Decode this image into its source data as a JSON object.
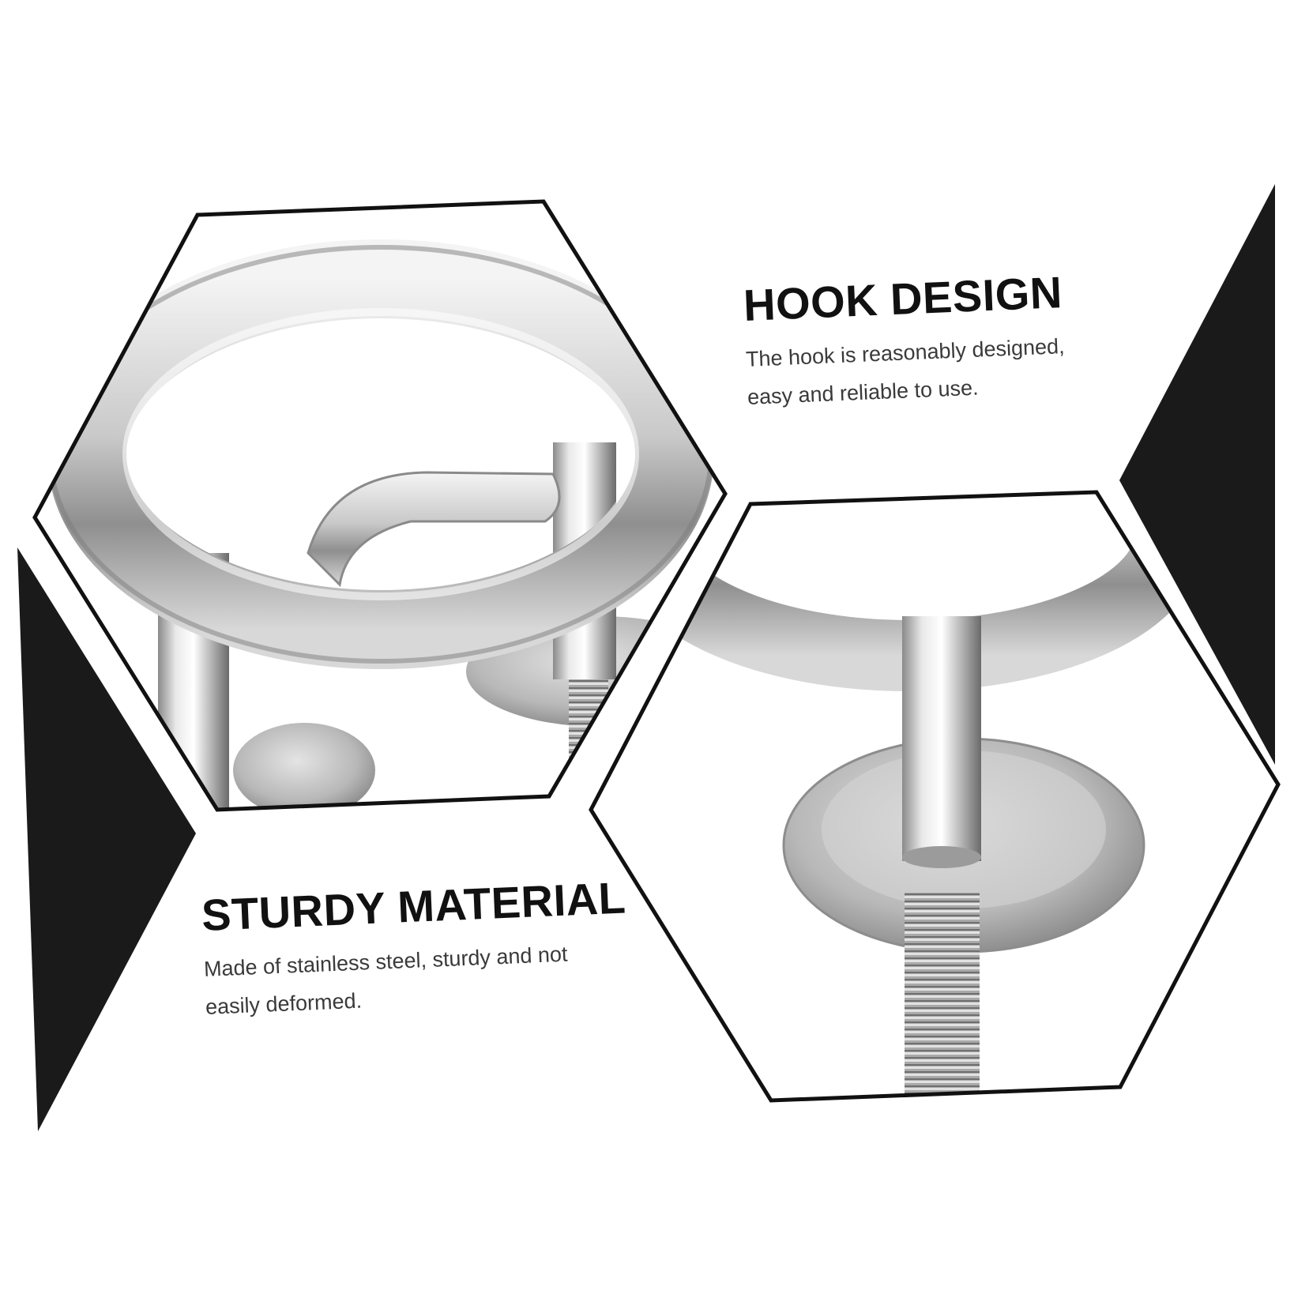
{
  "colors": {
    "background": "#ffffff",
    "accent_dark": "#1a1a1a",
    "outline": "#111111",
    "steel_light": "#f2f2f2",
    "steel_mid": "#bdbdbd",
    "steel_dark": "#6e6e6e"
  },
  "features": [
    {
      "title": "HOOK DESIGN",
      "lines": [
        "The hook is reasonably designed,",
        "easy and reliable to use."
      ]
    },
    {
      "title": "STURDY MATERIAL",
      "lines": [
        "Made of stainless steel, sturdy and not",
        "easily deformed."
      ]
    }
  ]
}
